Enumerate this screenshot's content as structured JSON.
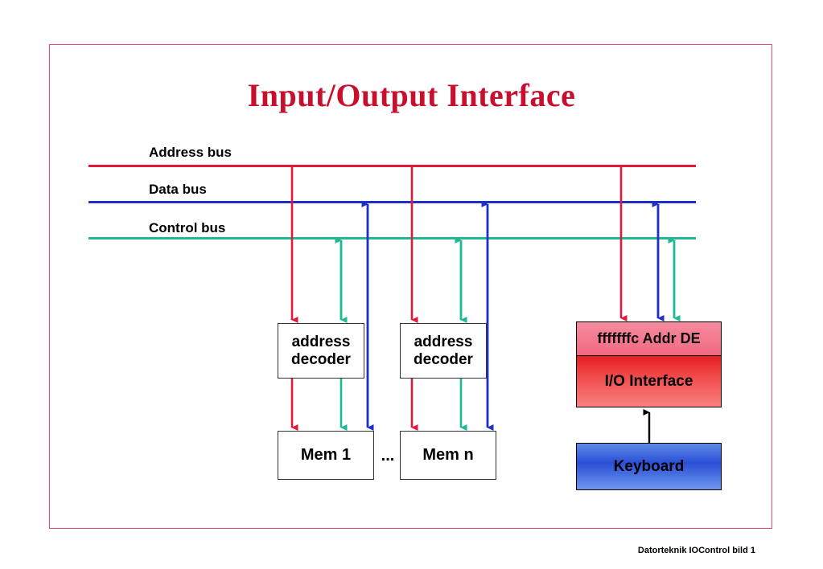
{
  "slide": {
    "title": "Input/Output Interface",
    "footer": "Datorteknik IOControl bild 1",
    "frame_color": "#e14d6e",
    "background": "#ffffff"
  },
  "buses": [
    {
      "name": "address",
      "label": "Address bus",
      "color": "#e3193c"
    },
    {
      "name": "data",
      "label": "Data bus",
      "color": "#1f30c4"
    },
    {
      "name": "control",
      "label": "Control bus",
      "color": "#1fba94"
    }
  ],
  "decoders": [
    {
      "line1": "address",
      "line2": "decoder"
    },
    {
      "line1": "address",
      "line2": "decoder"
    }
  ],
  "memories": [
    {
      "label": "Mem 1"
    },
    {
      "label": "Mem n"
    }
  ],
  "ellipsis": "...",
  "io": {
    "address_label": "fffffffc Addr DE",
    "interface_label": "I/O Interface",
    "accent_color": "#e61f1f"
  },
  "keyboard": {
    "label": "Keyboard",
    "accent_color": "#2a4fd6"
  },
  "colors": {
    "address_bus": "#e3193c",
    "data_bus": "#1f30c4",
    "control_bus": "#1fba94",
    "title": "#c8102e",
    "frame": "#e14d6e",
    "box_border": "#333333",
    "text": "#000000"
  }
}
